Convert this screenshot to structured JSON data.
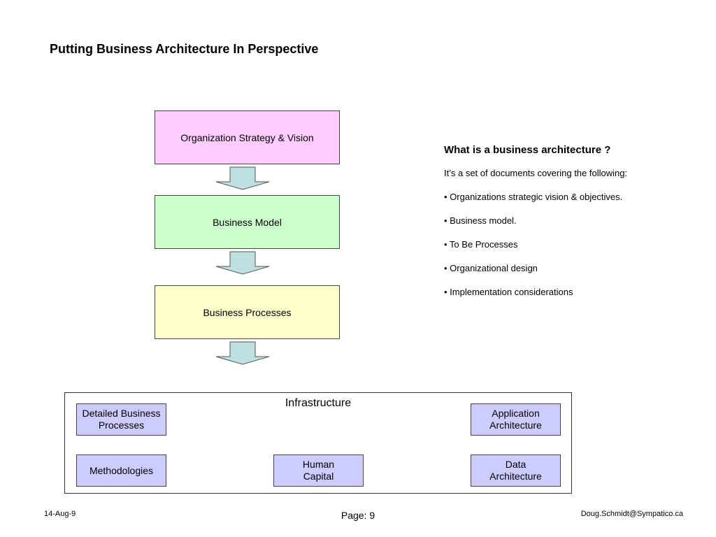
{
  "title": "Putting Business Architecture In Perspective",
  "flow": {
    "boxes": [
      {
        "label": "Organization Strategy & Vision",
        "color": "#ffccff"
      },
      {
        "label": "Business Model",
        "color": "#ccffcc"
      },
      {
        "label": "Business Processes",
        "color": "#ffffcc"
      }
    ],
    "arrow_color": "#bfe0e0"
  },
  "info": {
    "heading": "What is a business architecture ?",
    "intro": "It’s a set of documents covering the following:",
    "bullets": [
      "• Organizations strategic vision & objectives.",
      "• Business model.",
      "• To Be Processes",
      "• Organizational design",
      "• Implementation considerations"
    ]
  },
  "infrastructure": {
    "title": "Infrastructure",
    "box_color": "#ccccff",
    "boxes": {
      "detailed_business_processes": "Detailed Business\nProcesses",
      "application_architecture": "Application\nArchitecture",
      "methodologies": "Methodologies",
      "human_capital": "Human\nCapital",
      "data_architecture": "Data\nArchitecture"
    }
  },
  "footer": {
    "date": "14-Aug-9",
    "page": "Page: 9",
    "email": "Doug.Schmidt@Sympatico.ca"
  }
}
